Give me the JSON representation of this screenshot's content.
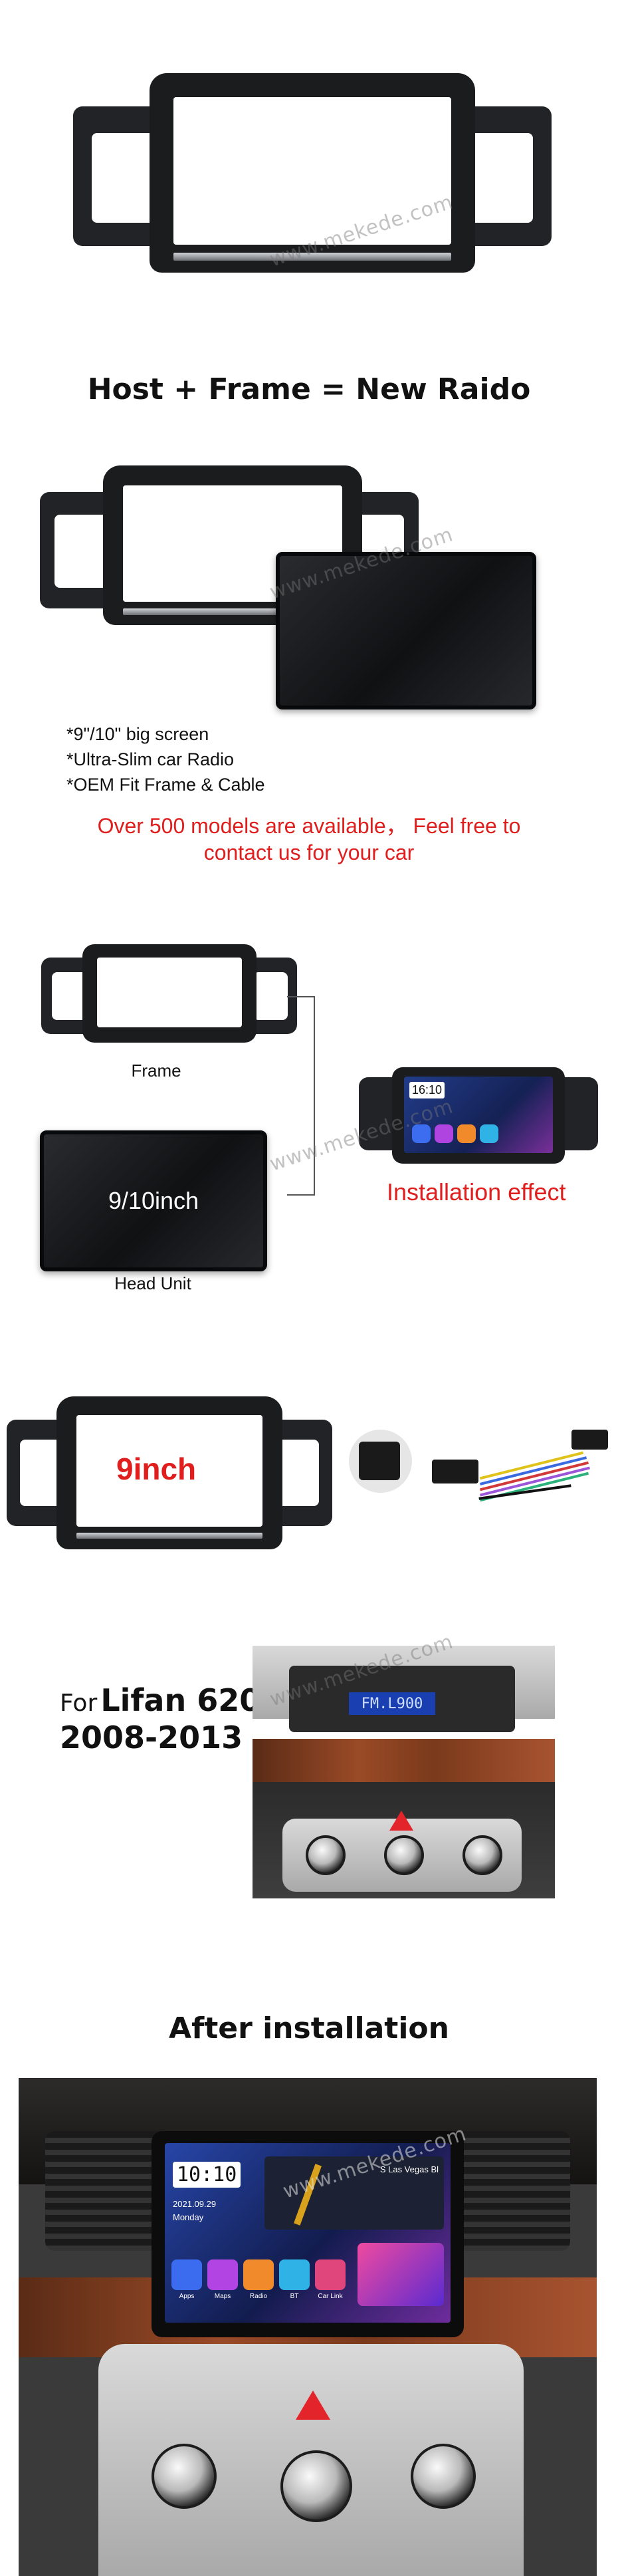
{
  "watermark": "www.mekede.com",
  "section_combo": {
    "title": "Host + Frame = New Raido",
    "features": [
      "*9\"/10\" big screen",
      "*Ultra-Slim car Radio",
      "*OEM Fit Frame & Cable"
    ],
    "note_line1": "Over 500 models are available， Feel free to",
    "note_line2": "contact us for your car"
  },
  "section_parts": {
    "frame_label": "Frame",
    "head_unit_label": "Head Unit",
    "head_unit_screen_text": "9/10inch",
    "installation_label": "Installation effect",
    "install_time": "16:10"
  },
  "section_size": {
    "size_label": "9inch"
  },
  "section_model": {
    "for_word": "For",
    "model_name": "Lifan 620",
    "years": "2008-2013",
    "radio_display": "FM.L900"
  },
  "section_after": {
    "title": "After installation",
    "time": "10:10",
    "date": "2021.09.29",
    "day": "Monday",
    "nav_text": "S Las Vegas Bl",
    "apps": [
      "Apps",
      "Maps",
      "Radio",
      "BT",
      "Car Link"
    ]
  },
  "colors": {
    "accent_red": "#e01e1e",
    "frame_black": "#1b1c1e"
  }
}
